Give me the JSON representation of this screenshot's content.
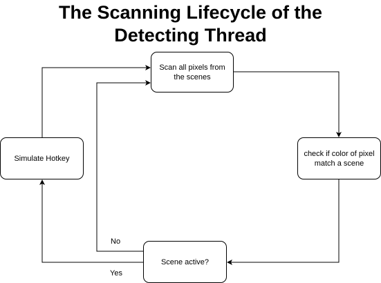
{
  "diagram": {
    "title_line1": "The Scanning Lifecycle of the",
    "title_line2": "Detecting Thread",
    "nodes": {
      "scan": {
        "line1": "Scan all pixels from",
        "line2": "the scenes"
      },
      "check": {
        "line1": "check if color of pixel",
        "line2": "match a scene"
      },
      "decision": {
        "label": "Scene active?"
      },
      "hotkey": {
        "label": "Simulate Hotkey"
      }
    },
    "edges": {
      "no_label": "No",
      "yes_label": "Yes"
    },
    "colors": {
      "stroke": "#000000",
      "fill": "#ffffff",
      "text": "#000000"
    }
  }
}
